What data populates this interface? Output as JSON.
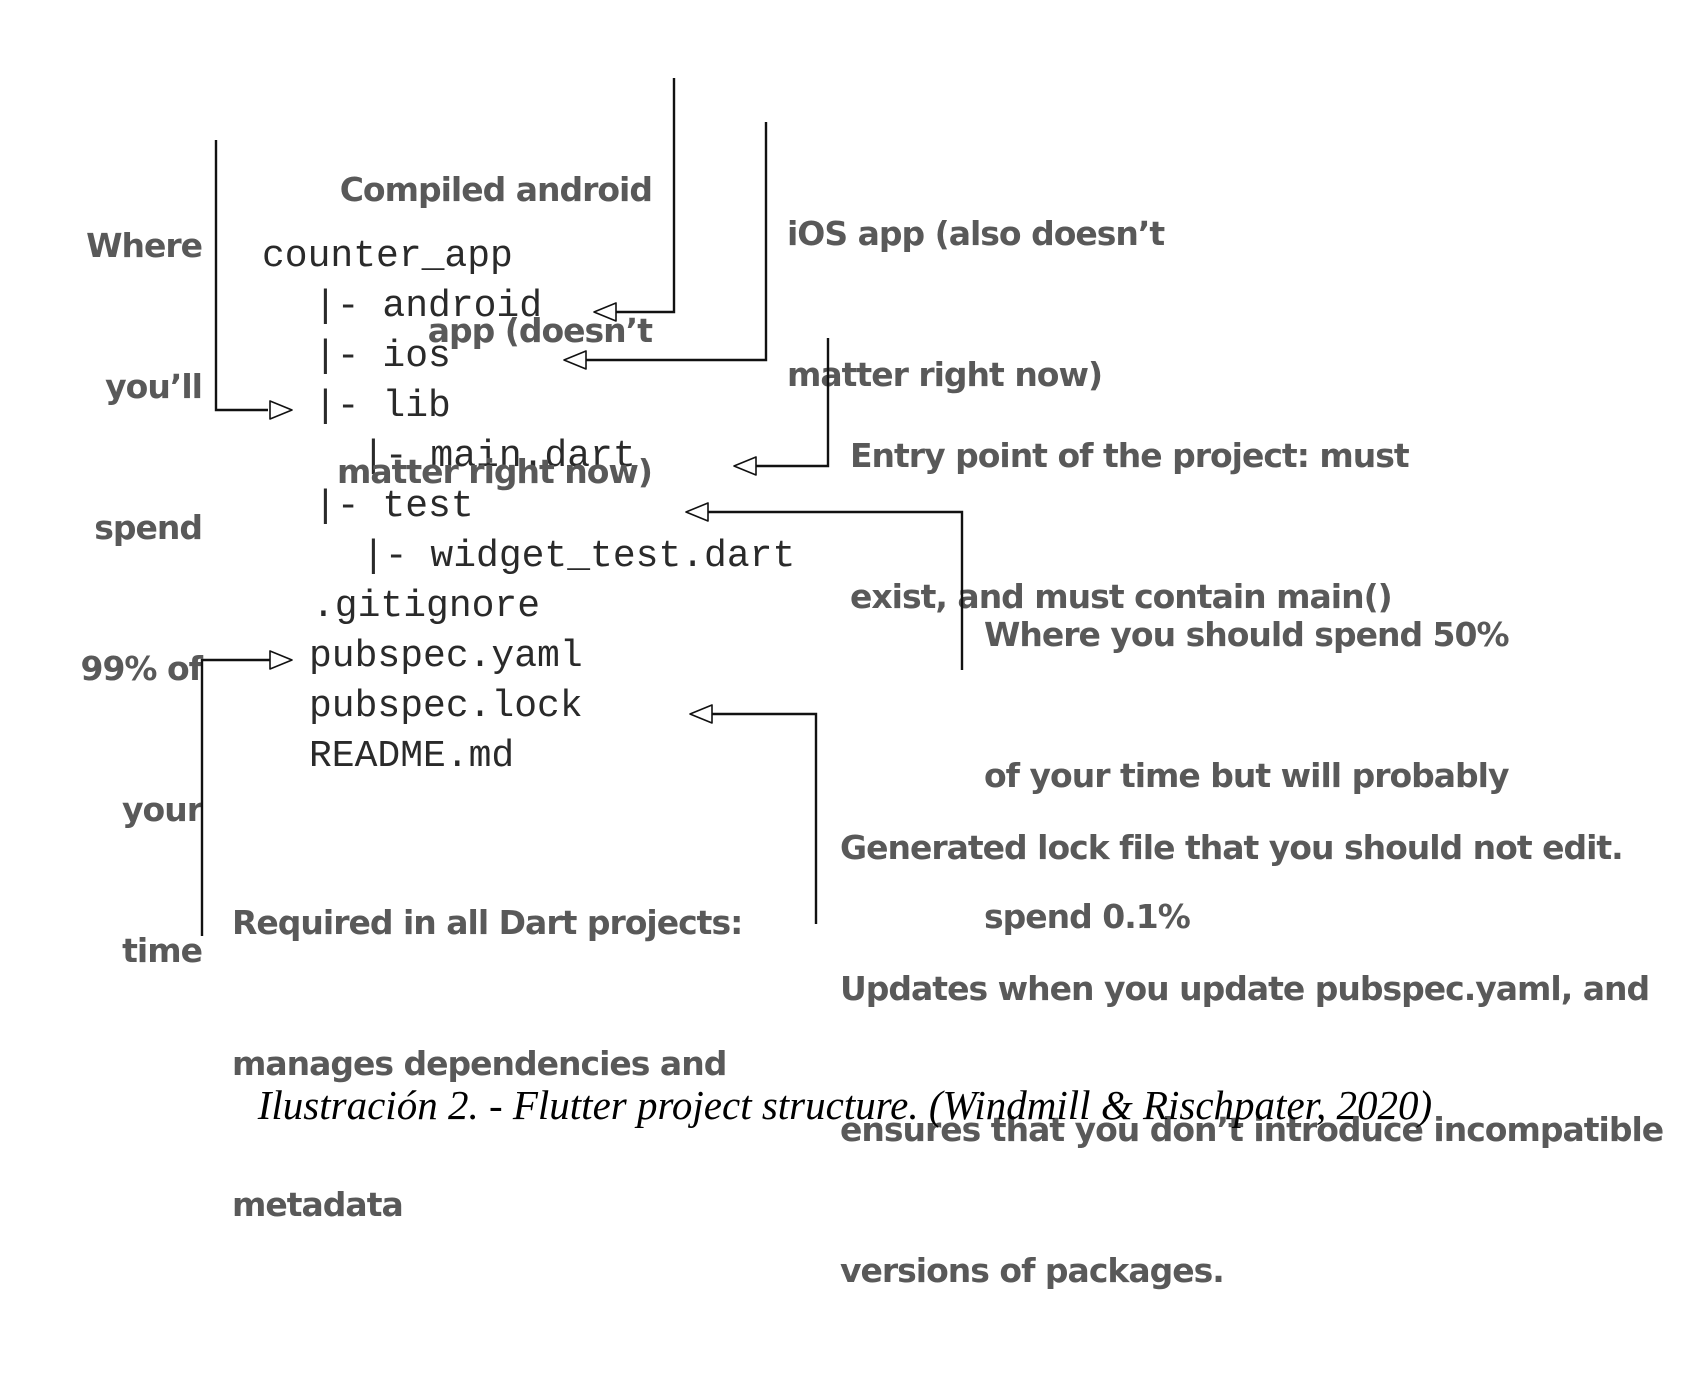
{
  "tree": {
    "root": "counter_app",
    "android": "|- android",
    "ios": "|- ios",
    "lib": "|- lib",
    "main_dart": "|- main.dart",
    "test": "|- test",
    "widget_test": "|- widget_test.dart",
    "gitignore": ".gitignore",
    "pubspec_yaml": "pubspec.yaml",
    "pubspec_lock": "pubspec.lock",
    "readme": "README.md"
  },
  "notes": {
    "lib_note": [
      "Where",
      "you’ll",
      "spend",
      "99% of",
      "your",
      "time"
    ],
    "android_note": [
      "Compiled android",
      "app (doesn’t",
      "matter right now)"
    ],
    "ios_note": [
      "iOS app (also doesn’t",
      "matter right now)"
    ],
    "main_note": [
      "Entry point of the project: must",
      "exist, and must contain main()"
    ],
    "test_note": [
      "Where you should spend 50%",
      "of your time but will probably",
      "spend 0.1%"
    ],
    "pubspec_yaml_note": [
      "Required in all Dart projects:",
      "manages dependencies and",
      "metadata"
    ],
    "pubspec_lock_note": [
      "Generated lock file that you should not edit.",
      "Updates when you update pubspec.yaml, and",
      "ensures that you don’t introduce incompatible",
      "versions of packages."
    ]
  },
  "caption": "Ilustración 2. - Flutter project structure. (Windmill & Rischpater, 2020)"
}
